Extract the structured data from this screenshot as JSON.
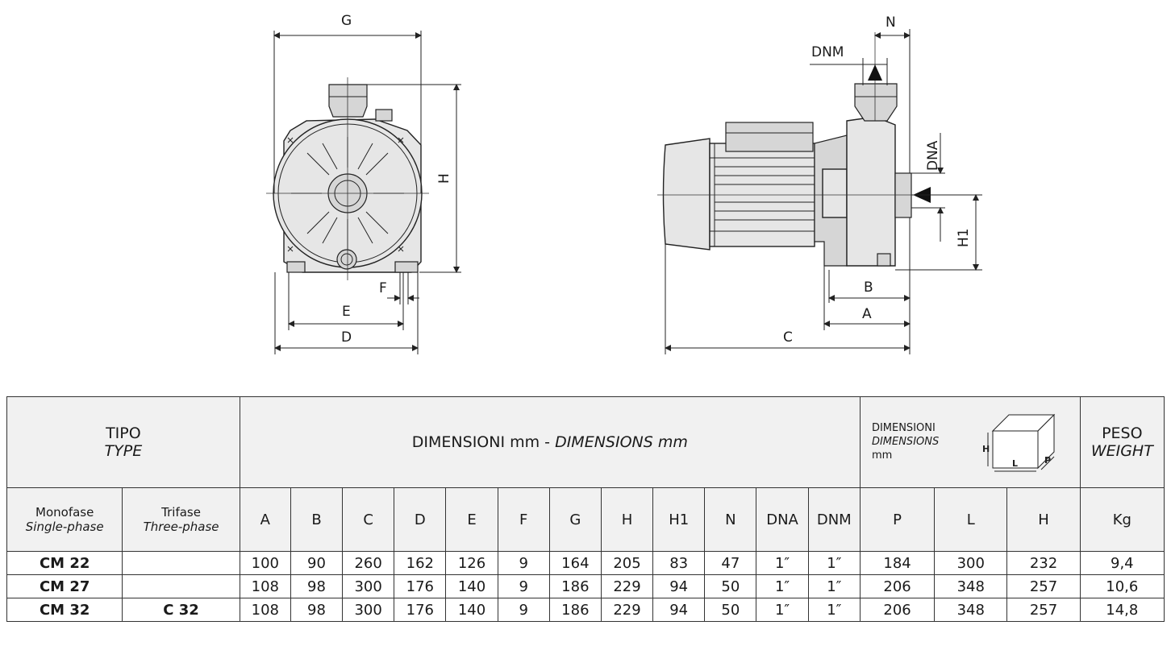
{
  "drawing_labels": {
    "G": "G",
    "H": "H",
    "F": "F",
    "E": "E",
    "D": "D",
    "N": "N",
    "DNM": "DNM",
    "DNA": "DNA",
    "H1": "H1",
    "B": "B",
    "A": "A",
    "C": "C"
  },
  "table": {
    "tipo": "TIPO",
    "type": "TYPE",
    "dim_title": "DIMENSIONI mm - ",
    "dim_title_en": "DIMENSIONS mm",
    "pack_title": "DIMENSIONI",
    "pack_title_en": "DIMENSIONS",
    "pack_unit": "mm",
    "pack_icon_h": "H",
    "pack_icon_l": "L",
    "pack_icon_p": "P",
    "peso": "PESO",
    "weight": "WEIGHT",
    "monofase": "Monofase",
    "single_phase": "Single-phase",
    "trifase": "Trifase",
    "three_phase": "Three-phase",
    "columns": [
      "A",
      "B",
      "C",
      "D",
      "E",
      "F",
      "G",
      "H",
      "H1",
      "N",
      "DNA",
      "DNM",
      "P",
      "L",
      "H",
      "Kg"
    ],
    "rows": [
      {
        "mono": "CM 22",
        "tri": "",
        "vals": [
          "100",
          "90",
          "260",
          "162",
          "126",
          "9",
          "164",
          "205",
          "83",
          "47",
          "1″",
          "1″",
          "184",
          "300",
          "232",
          "9,4"
        ]
      },
      {
        "mono": "CM 27",
        "tri": "",
        "vals": [
          "108",
          "98",
          "300",
          "176",
          "140",
          "9",
          "186",
          "229",
          "94",
          "50",
          "1″",
          "1″",
          "206",
          "348",
          "257",
          "10,6"
        ]
      },
      {
        "mono": "CM 32",
        "tri": "C 32",
        "vals": [
          "108",
          "98",
          "300",
          "176",
          "140",
          "9",
          "186",
          "229",
          "94",
          "50",
          "1″",
          "1″",
          "206",
          "348",
          "257",
          "14,8"
        ]
      }
    ]
  }
}
